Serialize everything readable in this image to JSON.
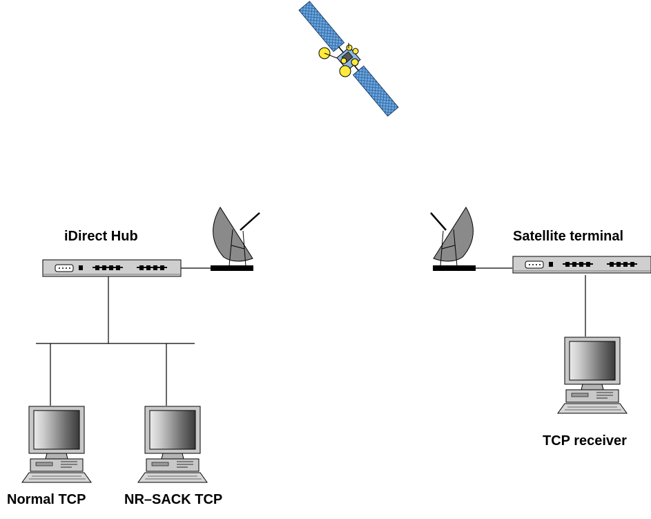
{
  "labels": {
    "hub": "iDirect Hub",
    "terminal": "Satellite terminal",
    "normal_tcp": "Normal TCP",
    "nrsack_tcp": "NR–SACK TCP",
    "tcp_receiver": "TCP receiver"
  },
  "colors": {
    "panel_blue": "#5b9bd5",
    "satellite_yellow": "#ffeb3b",
    "device_gray": "#c0c0c0",
    "dish_gray": "#8a8a8a",
    "line": "#000000"
  },
  "icons": [
    "satellite-icon",
    "dish-icon",
    "network-switch-icon",
    "computer-icon"
  ]
}
